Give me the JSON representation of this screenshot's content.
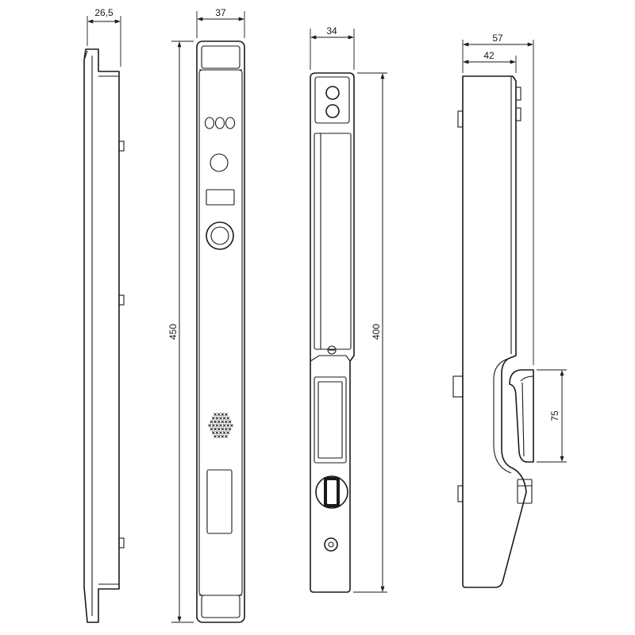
{
  "dimensions": {
    "side_thickness": "26,5",
    "front_width": "37",
    "front_height": "450",
    "back_width": "34",
    "back_height": "400",
    "profile_depth_outer": "57",
    "profile_depth_inner": "42",
    "handle_height": "75"
  },
  "colors": {
    "line": "#1a1a1a",
    "background": "#ffffff"
  }
}
